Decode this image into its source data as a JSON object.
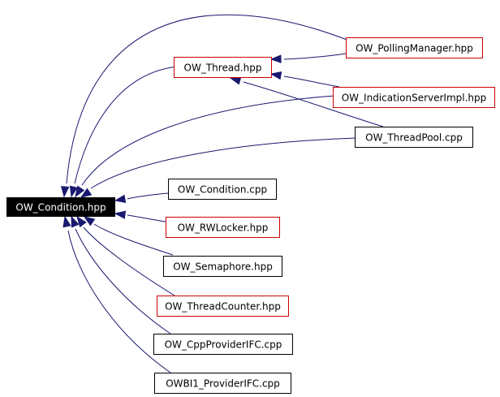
{
  "diagram": {
    "type": "include-dependency-graph",
    "colors": {
      "edge": "#191970",
      "root_fill": "#000000",
      "root_text": "#ffffff",
      "node_fill": "#ffffff",
      "node_text": "#000000",
      "border_normal": "#000000",
      "border_truncated": "#cc0000"
    },
    "root": {
      "id": "ow_condition_hpp",
      "label": "OW_Condition.hpp"
    },
    "nodes": [
      {
        "id": "ow_thread_hpp",
        "label": "OW_Thread.hpp",
        "border": "red"
      },
      {
        "id": "ow_pollingmanager_hpp",
        "label": "OW_PollingManager.hpp",
        "border": "red"
      },
      {
        "id": "ow_indicationserverimpl_hpp",
        "label": "OW_IndicationServerImpl.hpp",
        "border": "red"
      },
      {
        "id": "ow_threadpool_cpp",
        "label": "OW_ThreadPool.cpp",
        "border": "black"
      },
      {
        "id": "ow_condition_cpp",
        "label": "OW_Condition.cpp",
        "border": "black"
      },
      {
        "id": "ow_rwlocker_hpp",
        "label": "OW_RWLocker.hpp",
        "border": "red"
      },
      {
        "id": "ow_semaphore_hpp",
        "label": "OW_Semaphore.hpp",
        "border": "black"
      },
      {
        "id": "ow_threadcounter_hpp",
        "label": "OW_ThreadCounter.hpp",
        "border": "red"
      },
      {
        "id": "ow_cppprovideriFC_cpp",
        "label": "OW_CppProviderIFC.cpp",
        "border": "black"
      },
      {
        "id": "owbi1_provideriFC_cpp",
        "label": "OWBI1_ProviderIFC.cpp",
        "border": "black"
      }
    ],
    "edges": [
      {
        "from": "ow_thread_hpp",
        "to": "ow_condition_hpp"
      },
      {
        "from": "ow_pollingmanager_hpp",
        "to": "ow_condition_hpp"
      },
      {
        "from": "ow_indicationserverimpl_hpp",
        "to": "ow_condition_hpp"
      },
      {
        "from": "ow_threadpool_cpp",
        "to": "ow_condition_hpp"
      },
      {
        "from": "ow_condition_cpp",
        "to": "ow_condition_hpp"
      },
      {
        "from": "ow_rwlocker_hpp",
        "to": "ow_condition_hpp"
      },
      {
        "from": "ow_semaphore_hpp",
        "to": "ow_condition_hpp"
      },
      {
        "from": "ow_threadcounter_hpp",
        "to": "ow_condition_hpp"
      },
      {
        "from": "ow_cppprovideriFC_cpp",
        "to": "ow_condition_hpp"
      },
      {
        "from": "owbi1_provideriFC_cpp",
        "to": "ow_condition_hpp"
      },
      {
        "from": "ow_pollingmanager_hpp",
        "to": "ow_thread_hpp"
      },
      {
        "from": "ow_indicationserverimpl_hpp",
        "to": "ow_thread_hpp"
      },
      {
        "from": "ow_threadpool_cpp",
        "to": "ow_thread_hpp"
      }
    ]
  }
}
